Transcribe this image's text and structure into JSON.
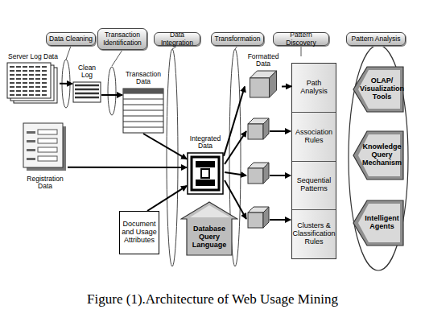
{
  "diagram": {
    "caption": "Figure (1).Architecture of Web Usage Mining",
    "nodes": [
      {
        "text": [
          "Data Cleaning"
        ]
      },
      {
        "text": [
          "Transaction Identification"
        ]
      },
      {
        "text": [
          "Data Integration"
        ]
      },
      {
        "text": [
          "Transformation"
        ]
      },
      {
        "text": [
          "Pattern Discovery"
        ]
      },
      {
        "text": [
          "Pattern Analysis"
        ]
      },
      {
        "text": [
          "Server Log Data"
        ]
      },
      {
        "text": [
          "Clean Log"
        ]
      },
      {
        "text": [
          "Transaction Data"
        ]
      },
      {
        "text": [
          "Registration Data"
        ]
      },
      {
        "text": [
          "Integrated Data"
        ]
      },
      {
        "text": [
          "Document and Usage Attributes"
        ]
      },
      {
        "text": [
          "Database Query Language"
        ]
      },
      {
        "text": [
          "Formatted Data"
        ]
      },
      {
        "text": [
          "Path Analysis",
          "Association Rules",
          "Sequential Patterns",
          "Clusters & Classification Rules"
        ]
      },
      {
        "text": [
          "OLAP/ Visualization Tools"
        ]
      },
      {
        "text": [
          "Knowledge Query Mechanism"
        ]
      },
      {
        "text": [
          "Intelligent Agents"
        ]
      }
    ],
    "edges": [
      {
        "from": 6,
        "to": 7,
        "arrow": "to"
      },
      {
        "from": 7,
        "to": 8,
        "arrow": "to"
      },
      {
        "from": 8,
        "to": 10,
        "arrow": "to"
      },
      {
        "from": 9,
        "to": 10,
        "arrow": "to"
      },
      {
        "from": 11,
        "to": 10,
        "arrow": "to"
      },
      {
        "from": 10,
        "to": 13,
        "arrow": "to"
      },
      {
        "from": 13,
        "to": 14,
        "arrow": "to"
      }
    ]
  }
}
